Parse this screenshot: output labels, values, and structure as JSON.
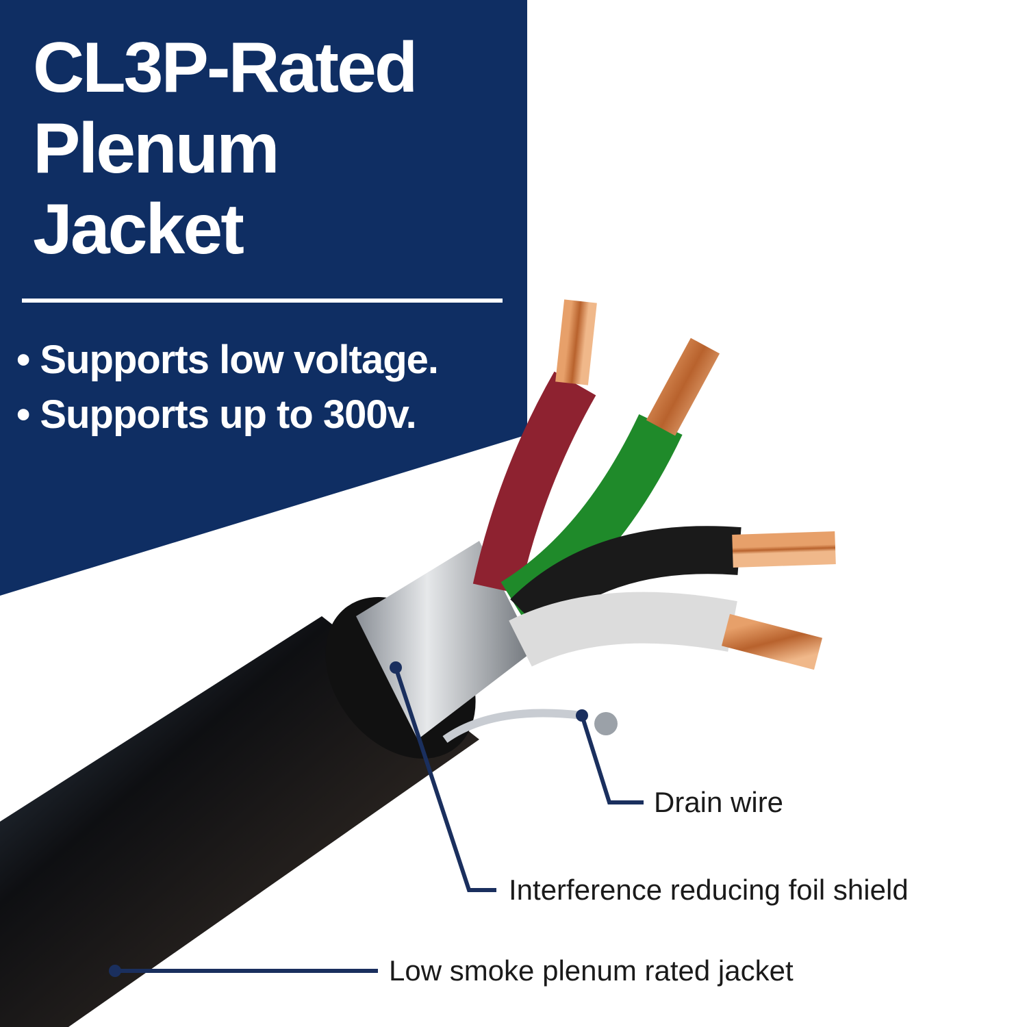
{
  "headline": {
    "line1": "CL3P-Rated",
    "line2": "Plenum",
    "line3": "Jacket"
  },
  "features": [
    "Supports low voltage.",
    "Supports up to 300v."
  ],
  "callouts": {
    "drain": "Drain wire",
    "foil": "Interference reducing foil shield",
    "jacket": "Low smoke plenum rated jacket"
  },
  "colors": {
    "panel": "#0f2e63",
    "leader": "#1a2f5e",
    "red_wire": "#8e2230",
    "green_wire": "#1f8a2a",
    "black_wire": "#1a1a1a",
    "white_wire": "#dcdcdc",
    "copper": "#c9743e"
  }
}
